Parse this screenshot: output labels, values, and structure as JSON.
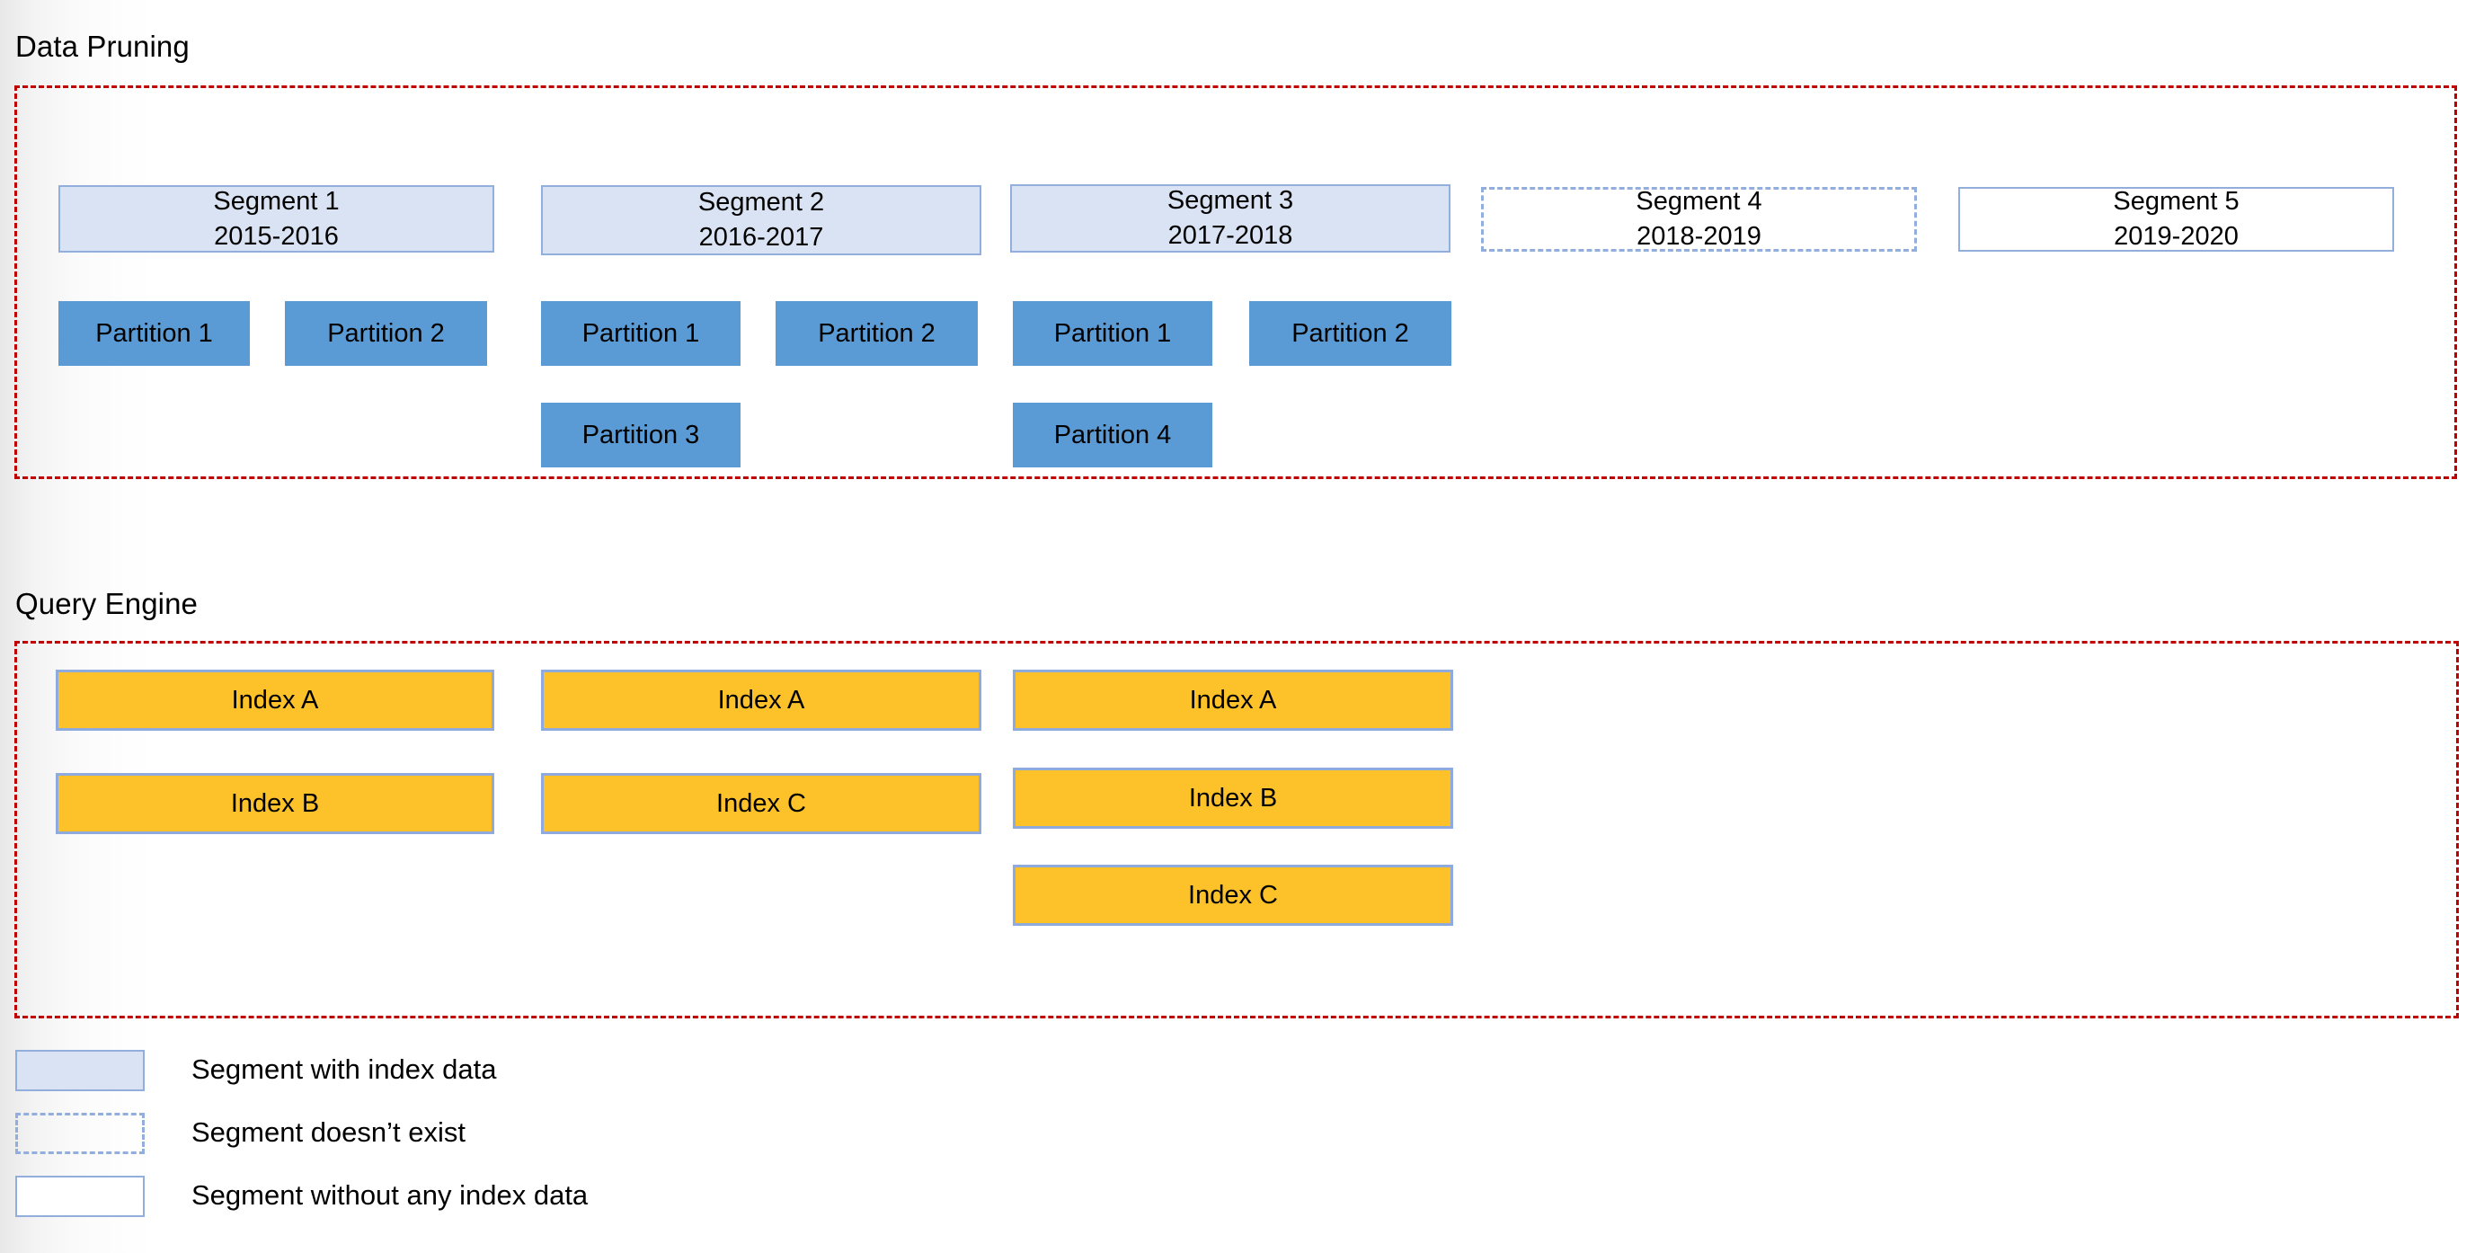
{
  "sections": {
    "data_pruning": {
      "title": "Data Pruning",
      "segments": [
        {
          "name": "Segment 1",
          "range": "2015-2016",
          "state": "filled"
        },
        {
          "name": "Segment 2",
          "range": "2016-2017",
          "state": "filled"
        },
        {
          "name": "Segment 3",
          "range": "2017-2018",
          "state": "filled"
        },
        {
          "name": "Segment 4",
          "range": "2018-2019",
          "state": "missing"
        },
        {
          "name": "Segment 5",
          "range": "2019-2020",
          "state": "empty"
        }
      ],
      "partition_columns": [
        {
          "segment": "Segment 1",
          "row1": [
            "Partition 1",
            "Partition 2"
          ],
          "row2": []
        },
        {
          "segment": "Segment 2",
          "row1": [
            "Partition 1",
            "Partition 2"
          ],
          "row2": [
            "Partition 3"
          ]
        },
        {
          "segment": "Segment 3",
          "row1": [
            "Partition 1",
            "Partition 2"
          ],
          "row2": [
            "Partition 4"
          ]
        },
        {
          "segment": "Segment 4",
          "row1": [],
          "row2": []
        },
        {
          "segment": "Segment 5",
          "row1": [],
          "row2": []
        }
      ]
    },
    "query_engine": {
      "title": "Query Engine",
      "index_columns": [
        {
          "segment": "Segment 1",
          "indexes": [
            "Index A",
            "Index B"
          ]
        },
        {
          "segment": "Segment 2",
          "indexes": [
            "Index A",
            "Index C"
          ]
        },
        {
          "segment": "Segment 3",
          "indexes": [
            "Index A",
            "Index B",
            "Index C"
          ]
        }
      ]
    }
  },
  "legend": [
    {
      "state": "filled",
      "label": "Segment with index data"
    },
    {
      "state": "missing",
      "label": "Segment doesn’t exist"
    },
    {
      "state": "empty",
      "label": "Segment without any index data"
    }
  ],
  "colors": {
    "group_border": "#c00000",
    "segment_fill": "#dae3f3",
    "segment_border": "#91aedd",
    "partition_fill": "#5b9bd5",
    "index_fill": "#fdc229",
    "index_border": "#8faadc",
    "text": "#000000",
    "background": "#ffffff"
  }
}
